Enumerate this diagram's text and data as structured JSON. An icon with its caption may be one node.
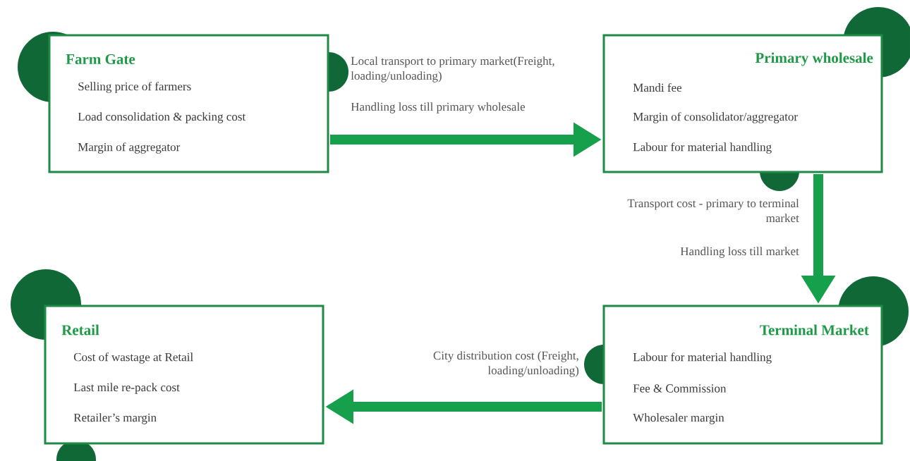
{
  "diagram": {
    "nodes": [
      {
        "text": [
          "Farm Gate",
          "Selling price of farmers",
          "Load consolidation & packing cost",
          "Margin of aggregator"
        ]
      },
      {
        "text": [
          "Primary wholesale",
          "Mandi fee",
          "Margin of consolidator/aggregator",
          "Labour for material handling"
        ]
      },
      {
        "text": [
          "Retail",
          "Cost of wastage at Retail",
          "Last mile re-pack cost",
          "Retailer’s margin"
        ]
      },
      {
        "text": [
          "Terminal Market",
          "Labour for material handling",
          "Fee & Commission",
          "Wholesaler margin"
        ]
      }
    ],
    "edges": [
      {
        "from": 0,
        "to": 1,
        "arrow": "to",
        "label": "Local transport to primary market(Freight, loading/unloading)"
      },
      {
        "from": 1,
        "to": 3,
        "arrow": "to",
        "label": "Transport cost - primary to terminal market"
      },
      {
        "from": 3,
        "to": 2,
        "arrow": "to",
        "label": "City distribution cost (Freight, loading/unloading)"
      }
    ],
    "labels": [
      "Handling loss till primary wholesale",
      "Handling loss till market"
    ]
  }
}
